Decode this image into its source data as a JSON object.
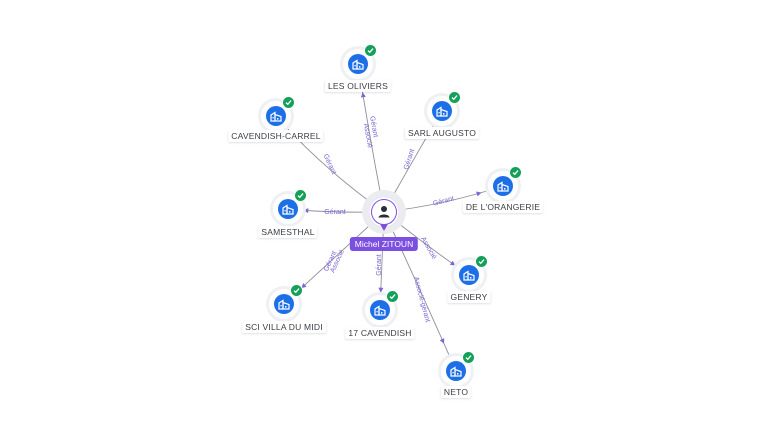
{
  "center": {
    "label": "Michel ZITOUN",
    "icon": "person-icon",
    "color": "#7b4fe0"
  },
  "nodes": [
    {
      "id": "n1",
      "label": "LES OLIVIERS",
      "icon": "company-icon",
      "verified": true
    },
    {
      "id": "n2",
      "label": "CAVENDISH-CARREL",
      "icon": "company-icon",
      "verified": true
    },
    {
      "id": "n3",
      "label": "SARL AUGUSTO",
      "icon": "company-icon",
      "verified": true
    },
    {
      "id": "n4",
      "label": "DE L'ORANGERIE",
      "icon": "company-icon",
      "verified": true
    },
    {
      "id": "n5",
      "label": "SAMESTHAL",
      "icon": "company-icon",
      "verified": true
    },
    {
      "id": "n6",
      "label": "GENERY",
      "icon": "company-icon",
      "verified": true
    },
    {
      "id": "n7",
      "label": "SCI VILLA DU MIDI",
      "icon": "company-icon",
      "verified": true
    },
    {
      "id": "n8",
      "label": "17 CAVENDISH",
      "icon": "company-icon",
      "verified": true
    },
    {
      "id": "n9",
      "label": "NETO",
      "icon": "company-icon",
      "verified": true
    }
  ],
  "edges": [
    {
      "to": "n1",
      "labels": [
        "Gérant",
        "Associé"
      ]
    },
    {
      "to": "n2",
      "labels": [
        "Gérant"
      ]
    },
    {
      "to": "n3",
      "labels": [
        "Gérant"
      ]
    },
    {
      "to": "n4",
      "labels": [
        "Gérant"
      ]
    },
    {
      "to": "n5",
      "labels": [
        "Gérant"
      ]
    },
    {
      "to": "n6",
      "labels": [
        "Associé"
      ]
    },
    {
      "to": "n7",
      "labels": [
        "Gérant",
        "Associé"
      ]
    },
    {
      "to": "n8",
      "labels": [
        "Gérant"
      ]
    },
    {
      "to": "n9",
      "labels": [
        "Associé-gérant"
      ]
    }
  ],
  "colors": {
    "company": "#1d6fe8",
    "verified": "#15a05a",
    "edge_label": "#7c62d2",
    "edge": "#8d8f9b"
  }
}
